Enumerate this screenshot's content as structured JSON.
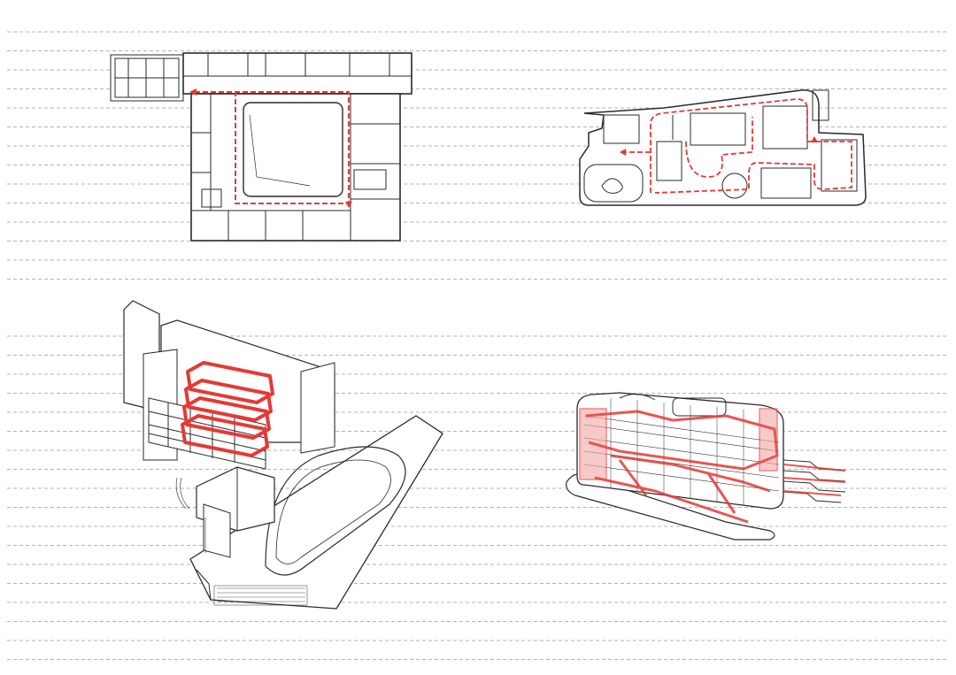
{
  "colors": {
    "background": "#ffffff",
    "linework": "#2a2a2a",
    "guide_lines": "#9a9a9a",
    "circulation": "#e53935",
    "circulation_fill": "#f4a6a6"
  },
  "panels": [
    {
      "id": "plan-left",
      "kind": "floor-plan"
    },
    {
      "id": "plan-right",
      "kind": "floor-plan"
    },
    {
      "id": "axo-left",
      "kind": "axonometric"
    },
    {
      "id": "axo-right",
      "kind": "axonometric"
    }
  ]
}
